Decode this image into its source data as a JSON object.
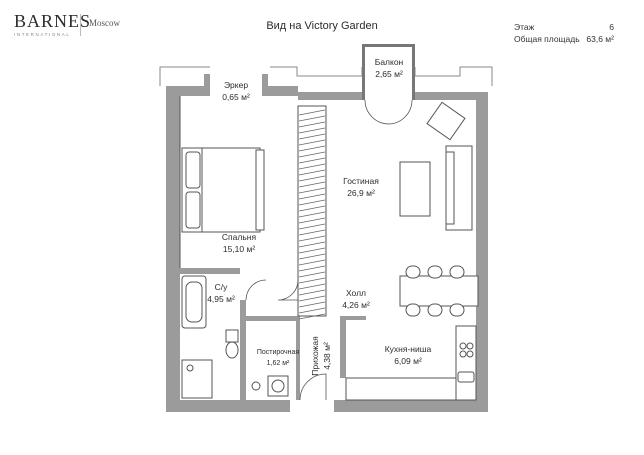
{
  "brand": {
    "name": "BARNES",
    "subtitle": "INTERNATIONAL",
    "city": "Moscow"
  },
  "title": "Вид на Victory Garden",
  "stats": [
    {
      "label": "Этаж",
      "value": "6"
    },
    {
      "label": "Общая площадь",
      "value": "63,6 м²"
    }
  ],
  "rooms": {
    "erker": {
      "name": "Эркер",
      "area": "0,65 м²"
    },
    "balcony": {
      "name": "Балкон",
      "area": "2,65 м²"
    },
    "living": {
      "name": "Гостиная",
      "area": "26,9 м²"
    },
    "bedroom": {
      "name": "Спальня",
      "area": "15,10 м²"
    },
    "bathroom": {
      "name": "С/у",
      "area": "4,95 м²"
    },
    "hall": {
      "name": "Холл",
      "area": "4,26 м²"
    },
    "laundry": {
      "name": "Постирочная",
      "area": "1,62 м²"
    },
    "entry": {
      "name": "Прихожая",
      "area": "4,38 м²"
    },
    "kitchen": {
      "name": "Кухня-ниша",
      "area": "6,09 м²"
    }
  },
  "colors": {
    "wall": "#9b9b9b",
    "line": "#555555",
    "watermark": "#d0d0d0"
  }
}
